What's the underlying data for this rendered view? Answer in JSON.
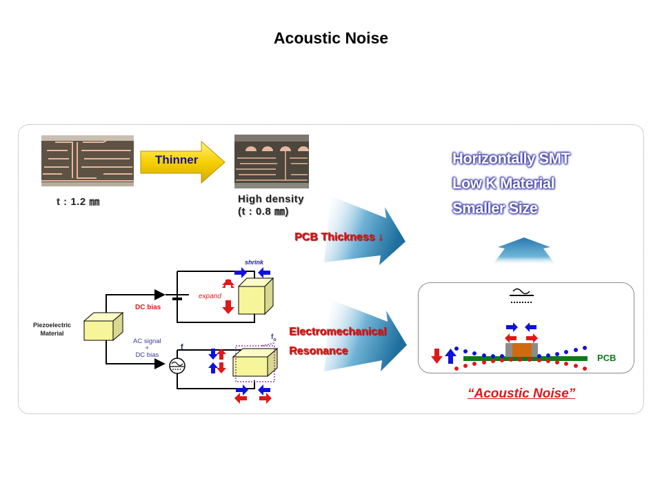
{
  "page": {
    "title": "Acoustic Noise"
  },
  "top_section": {
    "left_image_label": "t : 1.2 ㎜",
    "arrow_label": "Thinner",
    "right_image_label_line1": "High density",
    "right_image_label_line2": "(t : 0.8 ㎜)"
  },
  "solutions": {
    "lines": [
      "Horizontally SMT",
      "Low K Material",
      "Smaller Size"
    ]
  },
  "flow_labels": {
    "pcb_thickness": "PCB Thickness ↓",
    "electromech_line1": "Electromechanical",
    "electromech_line2": "Resonance"
  },
  "piezo_diagram": {
    "material_label_line1": "Piezoelectric",
    "material_label_line2": "Material",
    "dc_bias": "DC bias",
    "ac_signal_line1": "AC signal",
    "ac_signal_line2": "+",
    "ac_signal_line3": "DC bias",
    "shrink": "shrink",
    "expand": "expand",
    "freq_label": "f",
    "resonant_freq_label": "f",
    "resonant_freq_sub": "o"
  },
  "pcb_diagram": {
    "pcb_label": "PCB",
    "source_symbol": "≃"
  },
  "result_label": "“Acoustic  Noise”",
  "colors": {
    "red": "#e01818",
    "blue": "#1010e0",
    "pcb_green": "#0f7a1a",
    "capacitor_orange": "#d06a10",
    "capacitor_terminal": "#8c8c8c",
    "thinner_arrow_yellow": "#f5d000",
    "thinner_text": "#14148a",
    "box_yellow": "#f6f59a",
    "flow_arrow_blue": "#2a7fb0"
  }
}
